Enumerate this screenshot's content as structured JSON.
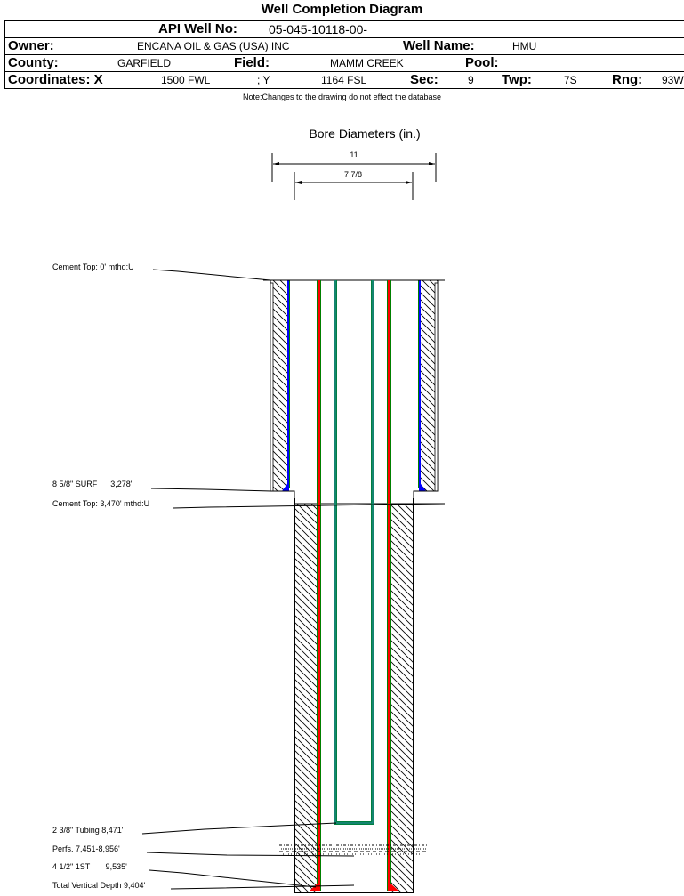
{
  "title": "Well Completion Diagram",
  "header": {
    "api_label": "API Well No:",
    "api_value": "05-045-10118-00-",
    "owner_label": "Owner:",
    "owner_value": "ENCANA OIL & GAS (USA) INC",
    "well_name_label": "Well Name:",
    "well_name_value": "HMU",
    "county_label": "County:",
    "county_value": "GARFIELD",
    "field_label": "Field:",
    "field_value": "MAMM CREEK",
    "pool_label": "Pool:",
    "pool_value": "",
    "coords_label": "Coordinates: X",
    "x_value": "1500 FWL",
    "y_label": "; Y",
    "y_value": "1164 FSL",
    "sec_label": "Sec:",
    "sec_value": "9",
    "twp_label": "Twp:",
    "twp_value": "7S",
    "rng_label": "Rng:",
    "rng_value": "93W"
  },
  "note": "Note:Changes to the drawing do not effect the database",
  "diagram": {
    "title": "Bore Diameters (in.)",
    "bore_diameters": [
      "11",
      "7 7/8"
    ],
    "annotations": [
      {
        "text": "Cement Top: 0' mthd:U",
        "depth_ft": 0
      },
      {
        "text": "8 5/8\" SURF      3,278'",
        "depth_ft": 3278
      },
      {
        "text": "Cement Top: 3,470' mthd:U",
        "depth_ft": 3470
      },
      {
        "text": "2 3/8\" Tubing 8,471'",
        "depth_ft": 8471
      },
      {
        "text": "Perfs. 7,451-8,956'",
        "depth_ft": 7451
      },
      {
        "text": "4 1/2\" 1ST       9,535'",
        "depth_ft": 9535
      },
      {
        "text": "Total Vertical Depth 9,404'",
        "depth_ft": 9404
      }
    ],
    "colors": {
      "surface_casing": "#0000ff",
      "production_casing": "#ff0000",
      "tubing": "#008040",
      "casing_outline": "#008000"
    }
  }
}
